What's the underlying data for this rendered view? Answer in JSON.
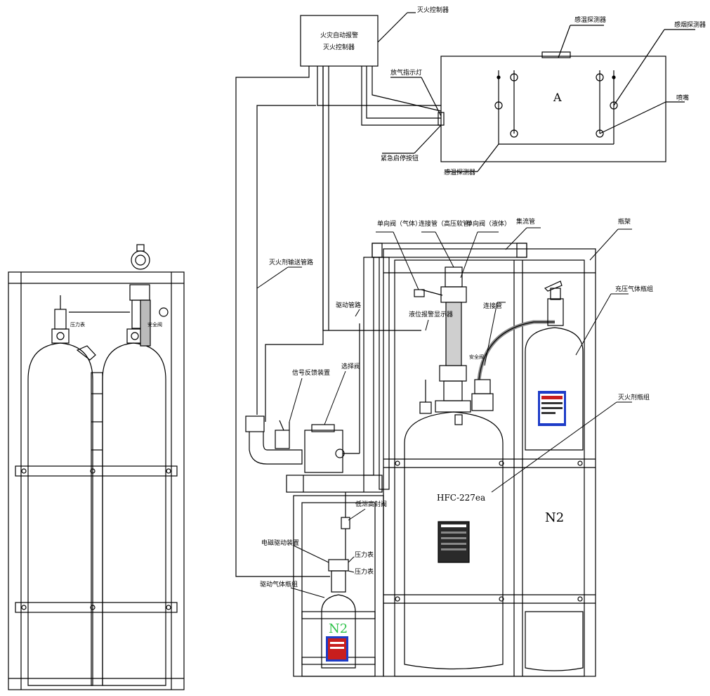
{
  "labels": {
    "controller_leader": "灭火控制器",
    "controller_box_l1": "火灾自动报警",
    "controller_box_l2": "灭火控制器",
    "smoke_detector_top": "感温探测器",
    "smoke_detector": "感烟探测器",
    "release_lamp": "放气指示灯",
    "nozzle": "喷嘴",
    "emergency_stop": "紧急启停按钮",
    "temp_detector": "感温探测器",
    "room": "A",
    "check_valve_gas": "单向阀（气体）",
    "hose": "连接管（高压软管）",
    "check_valve_liquid": "单向阀（液体）",
    "manifold": "集流管",
    "rack": "瓶架",
    "pressurized_cylinder": "充压气体瓶组",
    "conveyance_pipe": "灭火剂输送管路",
    "drive_pipe": "驱动管路",
    "liquid_level_indicator": "液位报警显示器",
    "connecting_pipe": "连接管",
    "signal_feedback": "信号反馈装置",
    "selector_valve": "选择阀",
    "agent_cylinder": "灭火剂瓶组",
    "hfc_label": "HFC-227ea",
    "n2_right": "N2",
    "leak_check_valve": "低泄高封阀",
    "solenoid_driver": "电磁驱动装置",
    "pressure_gauge_1": "压力表",
    "pressure_gauge_2": "压力表",
    "drive_cylinder": "驱动气体瓶组",
    "n2_drive": "N2",
    "small_label_left": "压力表",
    "small_label_left2": "安全阀",
    "small_label_mid": "安全阀"
  },
  "colors": {
    "line": "#000000",
    "n2_green": "#2ec24a",
    "nameplate_red": "#c81e1e",
    "nameplate_blue": "#1e3cc8"
  }
}
